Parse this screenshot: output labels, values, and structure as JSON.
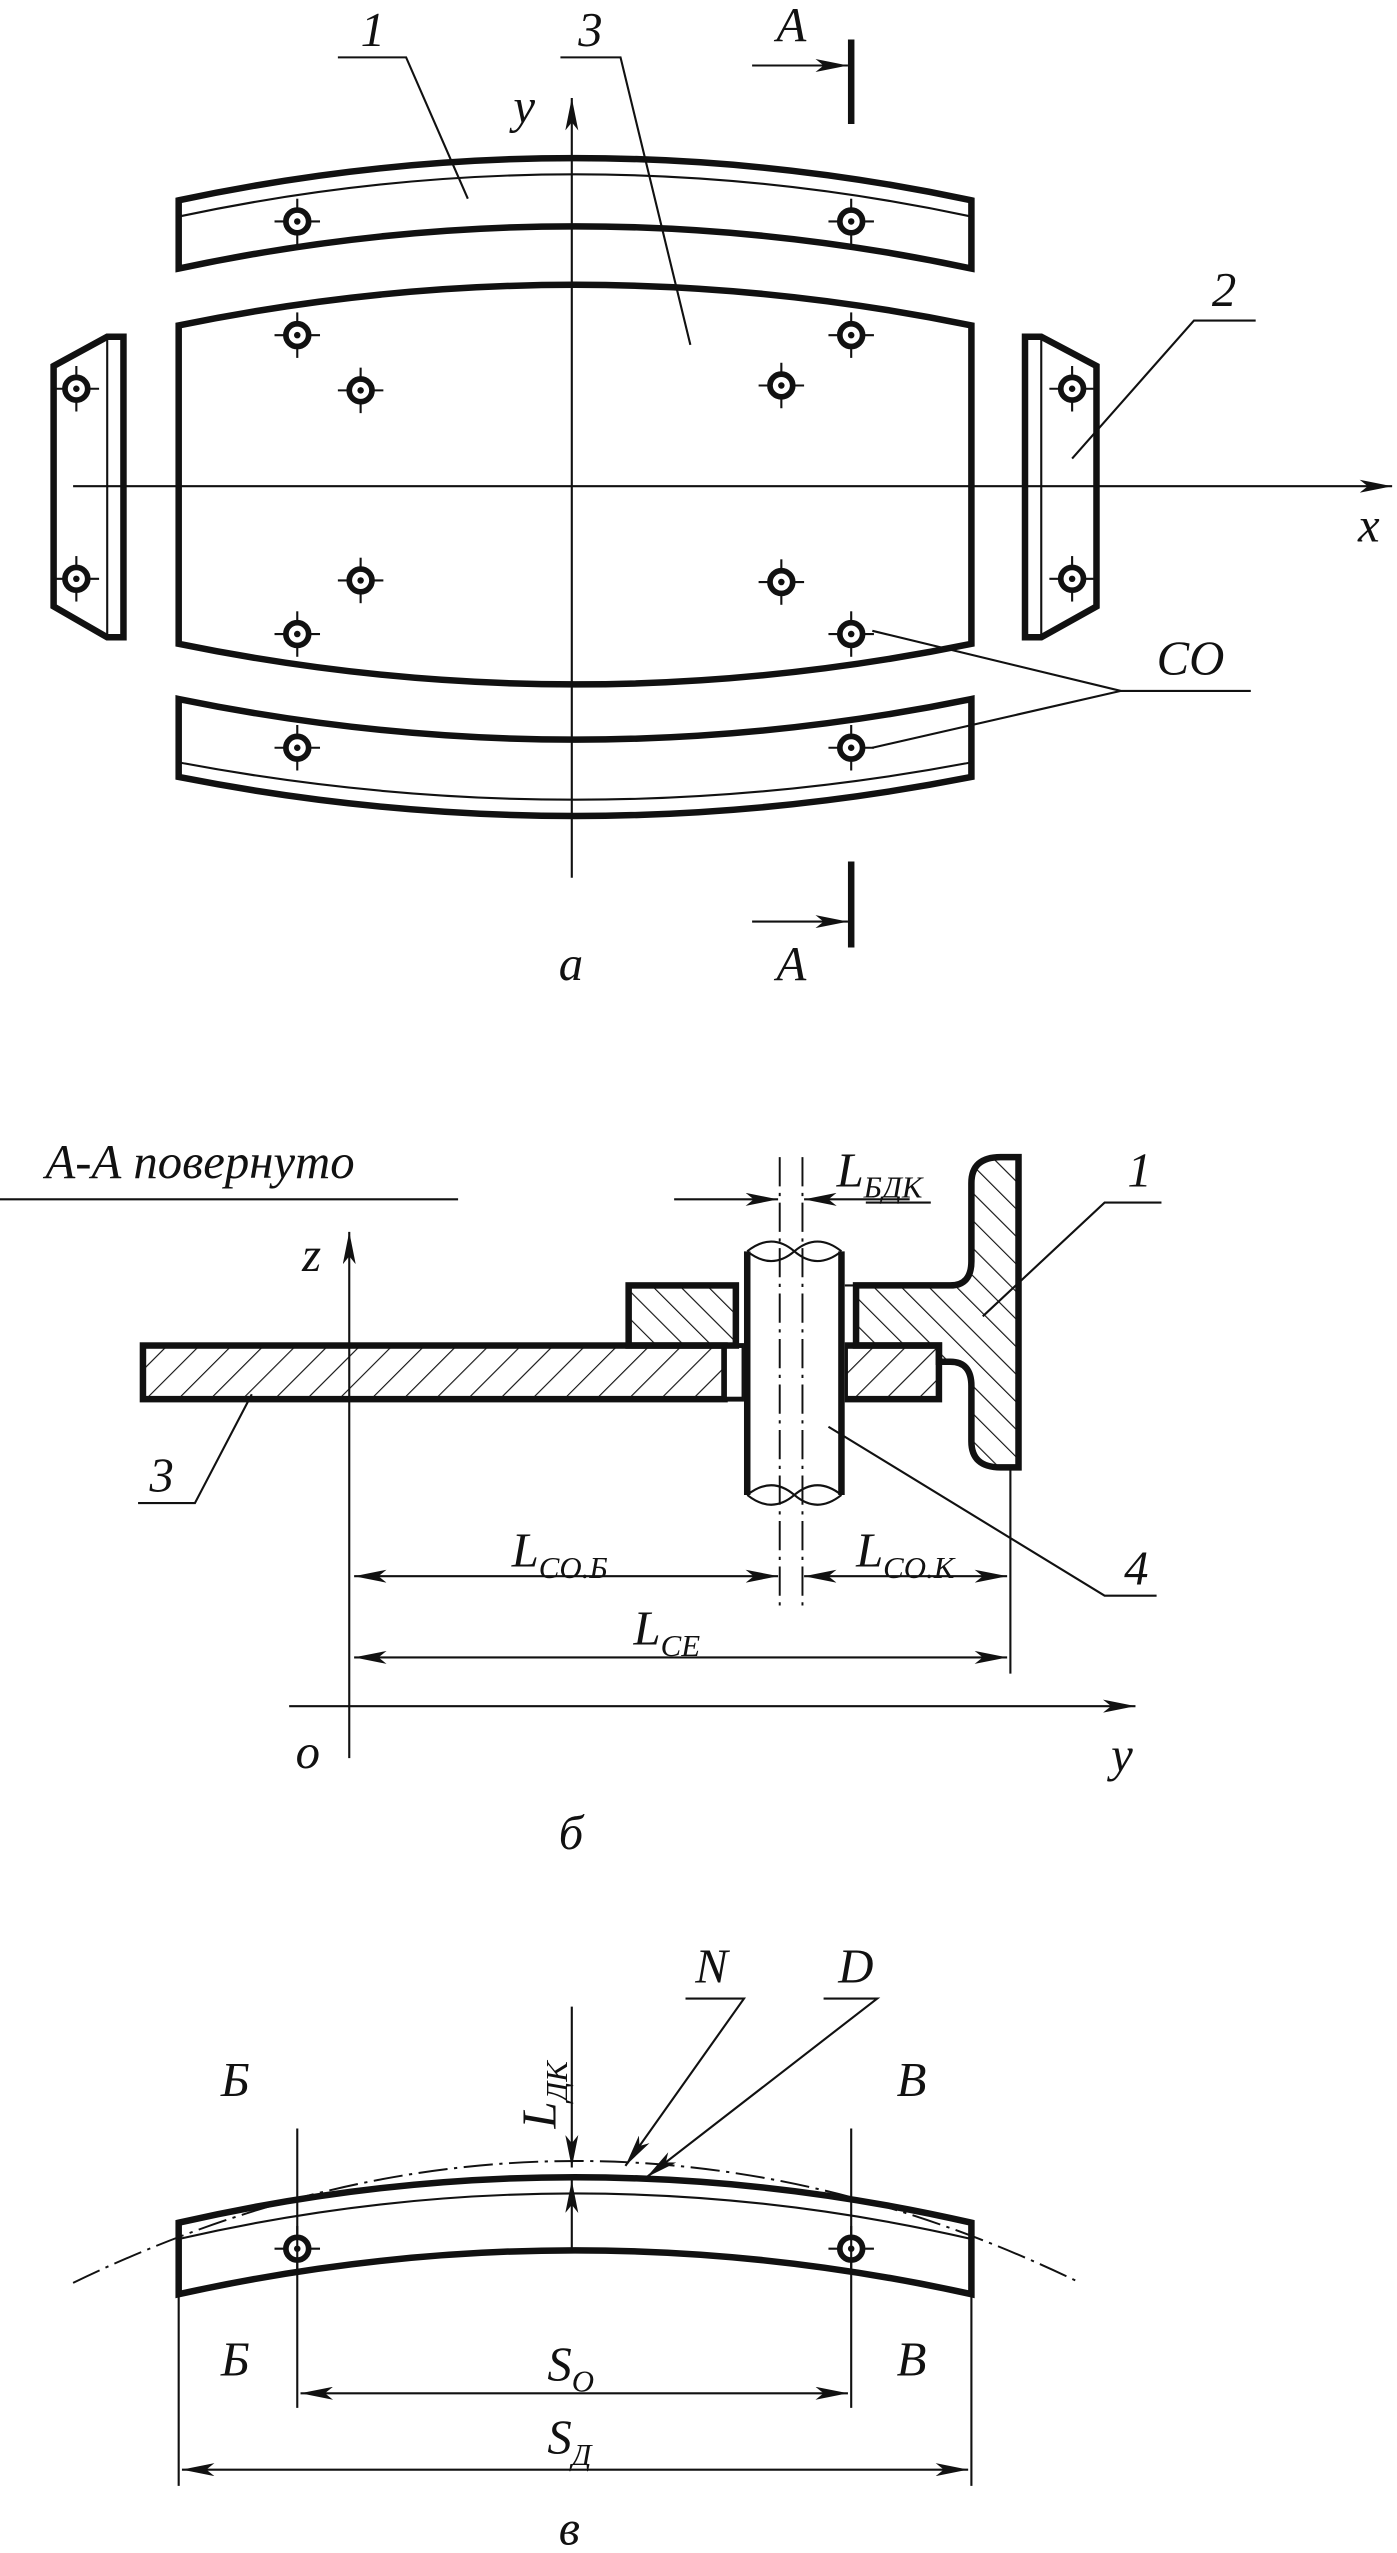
{
  "view_a": {
    "label_1": "1",
    "label_2": "2",
    "label_3": "3",
    "label_co": "CO",
    "axis_x": "x",
    "axis_y": "y",
    "section_top": "A",
    "section_bottom": "A",
    "caption": "а"
  },
  "view_b": {
    "title": "А-А повернуто",
    "axis_z": "z",
    "axis_y": "y",
    "origin": "o",
    "label_1": "1",
    "label_3": "3",
    "label_4": "4",
    "dim_bdk": {
      "main": "L",
      "sub": "БДК"
    },
    "dim_cob": {
      "main": "L",
      "sub": "CO.Б"
    },
    "dim_cok": {
      "main": "L",
      "sub": "CO.К"
    },
    "dim_ce": {
      "main": "L",
      "sub": "CE"
    },
    "caption": "б"
  },
  "view_c": {
    "label_n": "N",
    "label_d": "D",
    "b_top": "Б",
    "v_top": "В",
    "b_bottom": "Б",
    "v_bottom": "В",
    "dim_dk": {
      "main": "L",
      "sub": "ДК"
    },
    "dim_so": {
      "main": "S",
      "sub": "O"
    },
    "dim_sd": {
      "main": "S",
      "sub": "Д"
    },
    "caption": "в"
  }
}
